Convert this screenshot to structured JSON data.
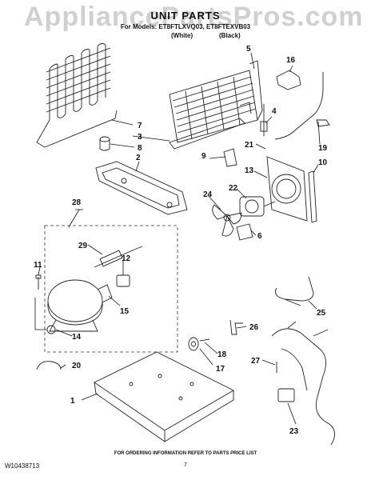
{
  "watermark": "AppliancePartsPros.com",
  "title": "UNIT PARTS",
  "subtitle": "For Models: ET8FTLXVQ03, ET8FTEXVB03",
  "finish_white": "(White)",
  "finish_black": "(Black)",
  "footer": "FOR ORDERING INFORMATION REFER TO PARTS PRICE LIST",
  "doc_number": "W10438713",
  "page_number": "7",
  "callouts": {
    "c1": "1",
    "c2": "2",
    "c3": "3",
    "c4": "4",
    "c5": "5",
    "c6": "6",
    "c7": "7",
    "c8": "8",
    "c9": "9",
    "c10": "10",
    "c11": "11",
    "c12": "12",
    "c13": "13",
    "c14": "14",
    "c15": "15",
    "c16": "16",
    "c17": "17",
    "c18": "18",
    "c19": "19",
    "c20": "20",
    "c21": "21",
    "c22": "22",
    "c23": "23",
    "c24": "24",
    "c25": "25",
    "c26": "26",
    "c27": "27",
    "c28": "28",
    "c29": "29"
  }
}
